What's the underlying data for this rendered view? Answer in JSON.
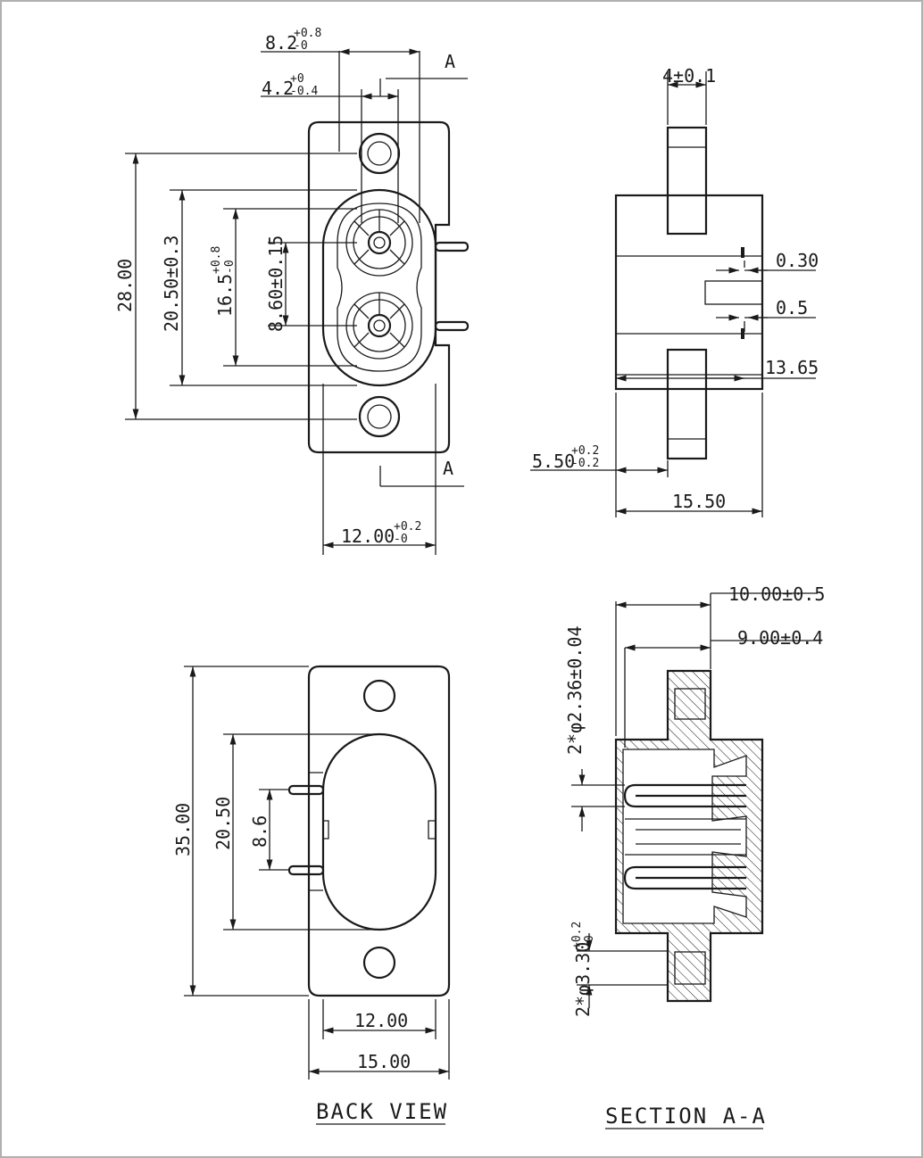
{
  "section_mark": "A",
  "top_view": {
    "dim_82": "8.2",
    "dim_82_tol_up": "+0.8",
    "dim_82_tol_dn": "-0",
    "dim_42": "4.2",
    "dim_42_tol_up": "+0",
    "dim_42_tol_dn": "-0.4",
    "dim_28": "28.00",
    "dim_2050": "20.50±0.3",
    "dim_165": "16.5",
    "dim_165_tol_up": "+0.8",
    "dim_165_tol_dn": "-0",
    "dim_86": "8.60±0.15",
    "dim_12": "12.00",
    "dim_12_tol_up": "+0.2",
    "dim_12_tol_dn": "-0"
  },
  "side_view": {
    "dim_4": "4±0.1",
    "dim_030": "0.30",
    "dim_05": "0.5",
    "dim_1365": "13.65",
    "dim_55": "5.50",
    "dim_55_tol_up": "+0.2",
    "dim_55_tol_dn": "-0.2",
    "dim_155": "15.50"
  },
  "back_view": {
    "dim_35": "35.00",
    "dim_2050": "20.50",
    "dim_86": "8.6",
    "dim_12": "12.00",
    "dim_15": "15.00",
    "title": "BACK VIEW"
  },
  "section_view": {
    "dim_10": "10.00±0.5",
    "dim_9": "9.00±0.4",
    "dim_236": "2*φ2.36±0.04",
    "dim_33": "2*φ3.30",
    "dim_33_tol_up": "+0.2",
    "dim_33_tol_dn": "-0",
    "title": "SECTION A-A"
  }
}
